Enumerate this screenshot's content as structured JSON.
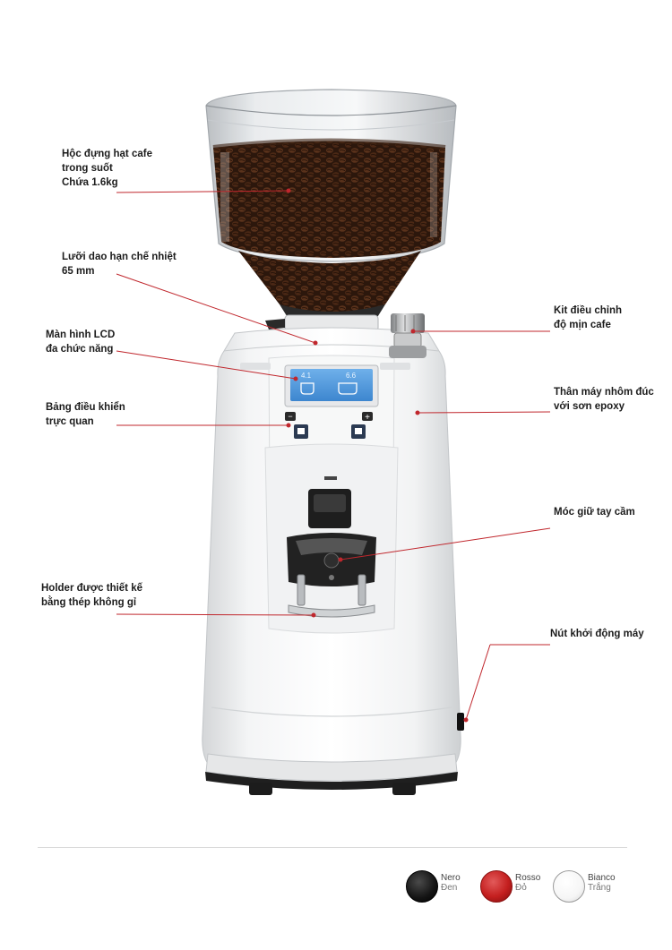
{
  "labels": {
    "hopper": [
      "Hộc đựng hạt cafe",
      "trong suốt",
      "Chứa 1.6kg"
    ],
    "burrs": [
      "Lưỡi dao hạn chế nhiệt",
      "65 mm"
    ],
    "lcd": [
      "Màn hình LCD",
      "đa chức năng"
    ],
    "panel": [
      "Bảng điều khiển",
      "trực quan"
    ],
    "holder": [
      "Holder được thiết kế",
      "bằng thép không gỉ"
    ],
    "adjust": [
      "Kit điều chỉnh",
      "độ mịn cafe"
    ],
    "body": [
      "Thân máy nhôm đúc",
      "với sơn epoxy"
    ],
    "fork": [
      "Móc giữ tay cầm"
    ],
    "power": [
      "Nút khởi động máy"
    ]
  },
  "lcd_screen": {
    "left_value": "4.1",
    "right_value": "6.6"
  },
  "colors": [
    {
      "name": "Nero",
      "sub": "Đen",
      "hex": "#141414"
    },
    {
      "name": "Rosso",
      "sub": "Đỏ",
      "hex": "#c41f1f"
    },
    {
      "name": "Bianco",
      "sub": "Trắng",
      "hex": "#f6f6f6"
    }
  ],
  "accent": "#c0272d"
}
